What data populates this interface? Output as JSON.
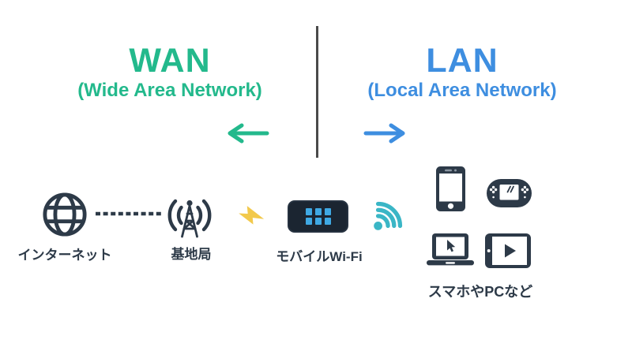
{
  "wan": {
    "title": "WAN",
    "subtitle": "(Wide Area Network)"
  },
  "lan": {
    "title": "LAN",
    "subtitle": "(Local Area Network)"
  },
  "labels": {
    "internet": "インターネット",
    "base_station": "基地局",
    "mobile_wifi": "モバイルWi-Fi",
    "devices": "スマホやPCなど"
  },
  "icons": {
    "internet": "globe-icon",
    "link": "dashed-line-connector",
    "base_station": "radio-tower-icon",
    "cellular_link": "lightning-bolt-icon",
    "mobile_wifi": "mobile-router-icon",
    "wifi_link": "wifi-signal-icon",
    "devices": [
      "smartphone-icon",
      "game-console-icon",
      "laptop-icon",
      "tablet-icon"
    ]
  },
  "colors": {
    "background": "#ffffff",
    "wan_accent": "#23b98c",
    "lan_accent": "#3e8ee0",
    "icon_dark": "#2d3a48",
    "wifi_teal": "#3ab6c6",
    "bolt_yellow": "#f2c94c",
    "router_body": "#1b2531",
    "router_screen_blue": "#3fa9e4",
    "divider": "#4a4a4a"
  }
}
